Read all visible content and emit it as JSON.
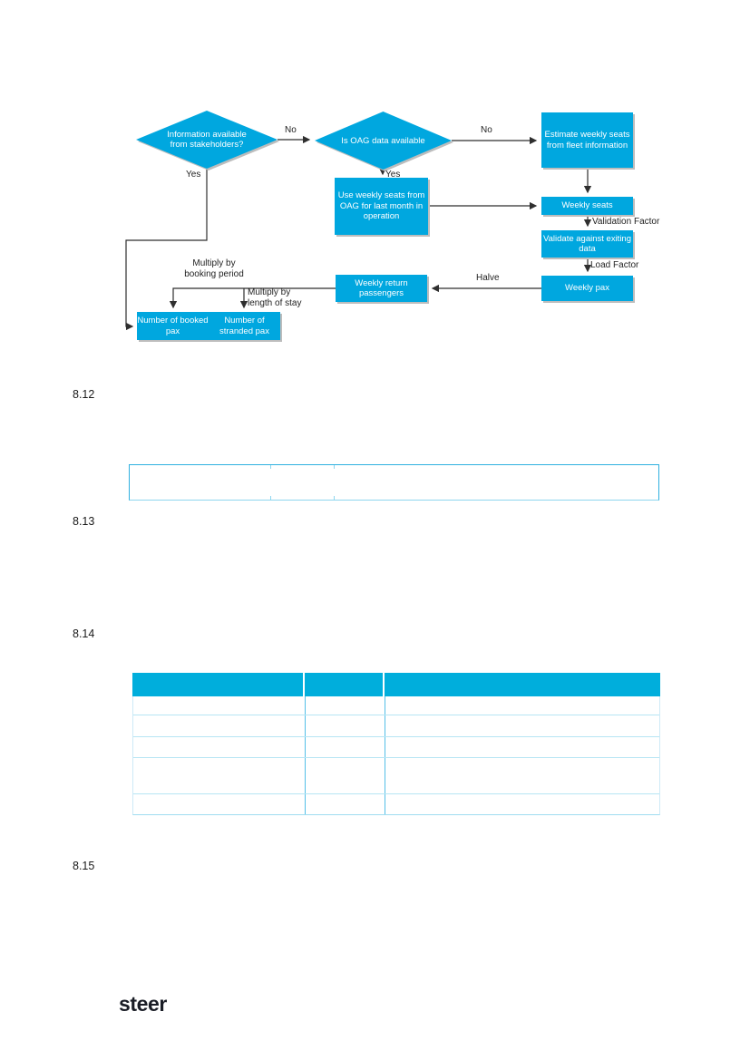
{
  "flowchart": {
    "nodes": {
      "stakeholders": "Information available from stakeholders?",
      "oag": "Is OAG data available",
      "estimate": "Estimate weekly seats from fleet information",
      "use_oag": "Use weekly seats from OAG for last month in operation",
      "weekly_seats": "Weekly seats",
      "validate": "Validate against exiting data",
      "weekly_pax": "Weekly pax",
      "weekly_return": "Weekly return passengers",
      "booked_pax": "Number of booked pax",
      "stranded_pax": "Number of stranded pax"
    },
    "edge_labels": {
      "no1": "No",
      "no2": "No",
      "yes1": "Yes",
      "yes2": "Yes",
      "validation_factor": "Validation Factor",
      "load_factor": "Load Factor",
      "halve": "Halve",
      "multiply_booking": "Multiply by\nbooking period",
      "multiply_stay": "Multiply by\nlength of stay"
    },
    "colors": {
      "node_fill": "#00A7DF",
      "node_text": "#FFFFFF",
      "connector": "#2f2f2f"
    }
  },
  "paragraphs": {
    "p812": "8.12",
    "p813": "8.13",
    "p814": "8.14",
    "p815": "8.15"
  },
  "table": {
    "header_bg": "#00AEDC",
    "column_count": 3,
    "body_row_count": 5,
    "headers": [
      "",
      "",
      ""
    ],
    "rows": [
      [
        "",
        "",
        ""
      ],
      [
        "",
        "",
        ""
      ],
      [
        "",
        "",
        ""
      ],
      [
        "",
        "",
        ""
      ],
      [
        "",
        "",
        ""
      ]
    ]
  },
  "footer": {
    "logo_text": "steer"
  }
}
